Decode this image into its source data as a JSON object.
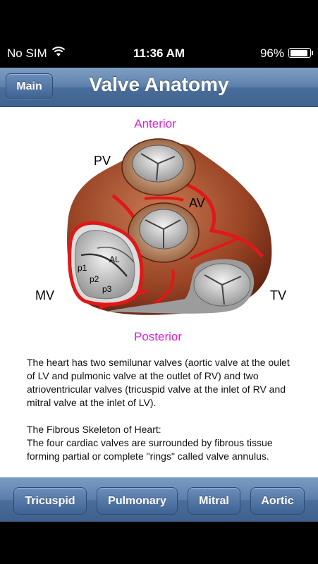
{
  "status_bar": {
    "carrier": "No SIM",
    "time": "11:36 AM",
    "battery_percent": "96%",
    "battery_level": 0.96
  },
  "nav": {
    "back_label": "Main",
    "title": "Valve Anatomy"
  },
  "diagram": {
    "anterior": "Anterior",
    "posterior": "Posterior",
    "pv": "PV",
    "av": "AV",
    "mv": "MV",
    "tv": "TV",
    "al": "AL",
    "p1": "p1",
    "p2": "p2",
    "p3": "p3"
  },
  "body": {
    "paragraph1": "The heart has two semilunar valves (aortic valve at the oulet of LV and pulmonic valve at the outlet of RV) and two atrioventricular valves (tricuspid valve at the inlet of RV and mitral valve at the inlet of LV).",
    "heading2": "The Fibrous Skeleton of Heart:",
    "paragraph2": "The four cardiac valves are surrounded by fibrous tissue forming partial or complete \"rings\" called valve annulus."
  },
  "tabs": {
    "tricuspid": "Tricuspid",
    "pulmonary": "Pulmonary",
    "mitral": "Mitral",
    "aortic": "Aortic"
  },
  "colors": {
    "nav_blue": "#4a6e9b",
    "label_pink": "#e020d8",
    "tissue_brown": "#8a3a1e",
    "vessel_red": "#e01818"
  }
}
